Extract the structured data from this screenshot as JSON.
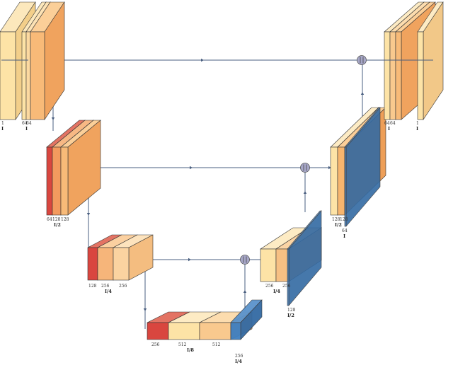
{
  "colors": {
    "yellow": "#fde3a6",
    "orange": "#f6aa62",
    "red": "#d9463f",
    "blue": "#3f7fc0",
    "edge": "#4a5f80",
    "concat_node": "#a7a7c8"
  },
  "labels": {
    "input_ch": "1",
    "input_res": "I",
    "enc1_ch": "64",
    "enc1_res": "I",
    "enc2_ch_a": "64",
    "enc2_ch_b": "128",
    "enc2_ch_c": "128",
    "enc2_res": "I/2",
    "enc3_ch_a": "128",
    "enc3_ch_b": "256",
    "enc3_ch_c": "256",
    "enc3_res": "I/4",
    "bott_ch_a": "256",
    "bott_ch_b": "512",
    "bott_ch_c": "512",
    "bott_res": "I/8",
    "up1_ch": "256",
    "up1_res": "I/4",
    "dec3_ch_a": "256",
    "dec3_ch_b": "256",
    "dec3_res": "I/4",
    "up2_ch": "128",
    "up2_res": "I/2",
    "dec2_ch_a": "128",
    "dec2_ch_b": "128",
    "dec2_res": "I/2",
    "up3_ch": "64",
    "up3_res": "I",
    "dec1_ch": "64",
    "dec1_ch_b": "64",
    "dec1_res": "I",
    "out_ch": "1",
    "out_res": "I"
  }
}
